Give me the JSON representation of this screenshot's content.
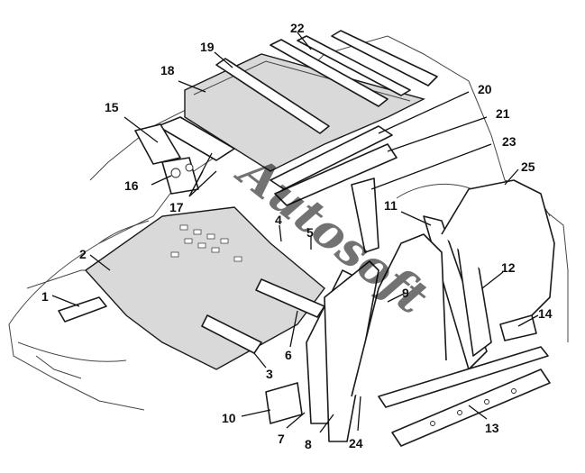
{
  "diagram": {
    "labels": [
      {
        "id": "1",
        "text": "1"
      },
      {
        "id": "2",
        "text": "2"
      },
      {
        "id": "3",
        "text": "3"
      },
      {
        "id": "4",
        "text": "4"
      },
      {
        "id": "5",
        "text": "5"
      },
      {
        "id": "6",
        "text": "6"
      },
      {
        "id": "7",
        "text": "7"
      },
      {
        "id": "8",
        "text": "8"
      },
      {
        "id": "9",
        "text": "9"
      },
      {
        "id": "10",
        "text": "10"
      },
      {
        "id": "11",
        "text": "11"
      },
      {
        "id": "12",
        "text": "12"
      },
      {
        "id": "13",
        "text": "13"
      },
      {
        "id": "14",
        "text": "14"
      },
      {
        "id": "15",
        "text": "15"
      },
      {
        "id": "16",
        "text": "16"
      },
      {
        "id": "17",
        "text": "17"
      },
      {
        "id": "18",
        "text": "18"
      },
      {
        "id": "19",
        "text": "19"
      },
      {
        "id": "20",
        "text": "20"
      },
      {
        "id": "21",
        "text": "21"
      },
      {
        "id": "22",
        "text": "22"
      },
      {
        "id": "23",
        "text": "23"
      },
      {
        "id": "24",
        "text": "24"
      },
      {
        "id": "25",
        "text": "25"
      }
    ],
    "watermark": "Autosoft"
  }
}
